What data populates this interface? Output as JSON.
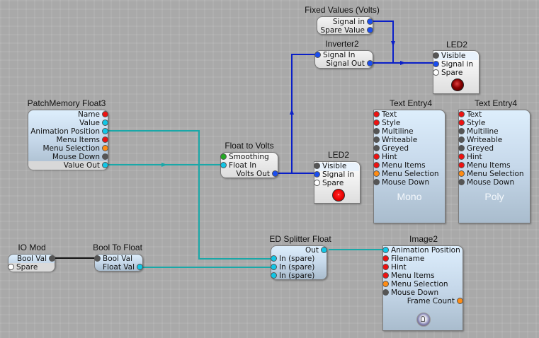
{
  "canvas": {
    "grid": true,
    "background": "#a9a9a9"
  },
  "colors": {
    "wire_blue": "#0a1fc8",
    "wire_cyan": "#19a8a8",
    "wire_black": "#111111"
  },
  "nodes": {
    "fixed_values": {
      "title": "Fixed Values (Volts)",
      "outputs": [
        "Signal in",
        "Spare Value"
      ]
    },
    "inverter2": {
      "title": "Inverter2",
      "inputs": [
        "Signal In"
      ],
      "outputs": [
        "Signal Out"
      ]
    },
    "led2_top": {
      "title": "LED2",
      "inputs": [
        "Visible",
        "Signal in",
        "Spare"
      ],
      "led_state": "off-dark-red"
    },
    "patchmemory": {
      "title": "PatchMemory Float3",
      "outputs": [
        "Name",
        "Value",
        "Animation Position",
        "Menu Items",
        "Menu Selection",
        "Mouse Down",
        "Value Out"
      ]
    },
    "float_to_volts": {
      "title": "Float to Volts",
      "inputs": [
        "Smoothing",
        "Float In"
      ],
      "outputs": [
        "Volts Out"
      ]
    },
    "led2_mid": {
      "title": "LED2",
      "inputs": [
        "Visible",
        "Signal in",
        "Spare"
      ],
      "led_state": "on-red"
    },
    "text_entry_mono": {
      "title": "Text Entry4",
      "inputs": [
        "Text",
        "Style",
        "Multiline",
        "Writeable",
        "Greyed",
        "Hint",
        "Menu Items",
        "Menu Selection",
        "Mouse Down"
      ],
      "display_text": "Mono"
    },
    "text_entry_poly": {
      "title": "Text Entry4",
      "inputs": [
        "Text",
        "Style",
        "Multiline",
        "Writeable",
        "Greyed",
        "Hint",
        "Menu Items",
        "Menu Selection",
        "Mouse Down"
      ],
      "display_text": "Poly"
    },
    "io_mod": {
      "title": "IO Mod",
      "outputs": [
        "Bool Val"
      ],
      "inputs": [
        "Spare"
      ]
    },
    "bool_to_float": {
      "title": "Bool To Float",
      "inputs": [
        "Bool Val"
      ],
      "outputs": [
        "Float Val"
      ]
    },
    "ed_splitter": {
      "title": "ED Splitter Float",
      "outputs": [
        "Out"
      ],
      "inputs": [
        "In (spare)",
        "In (spare)",
        "In (spare)"
      ]
    },
    "image2": {
      "title": "Image2",
      "inputs": [
        "Animation Position",
        "Filename",
        "Hint",
        "Menu Items",
        "Menu Selection",
        "Mouse Down"
      ],
      "outputs": [
        "Frame Count"
      ],
      "icon": "image-icon"
    }
  }
}
